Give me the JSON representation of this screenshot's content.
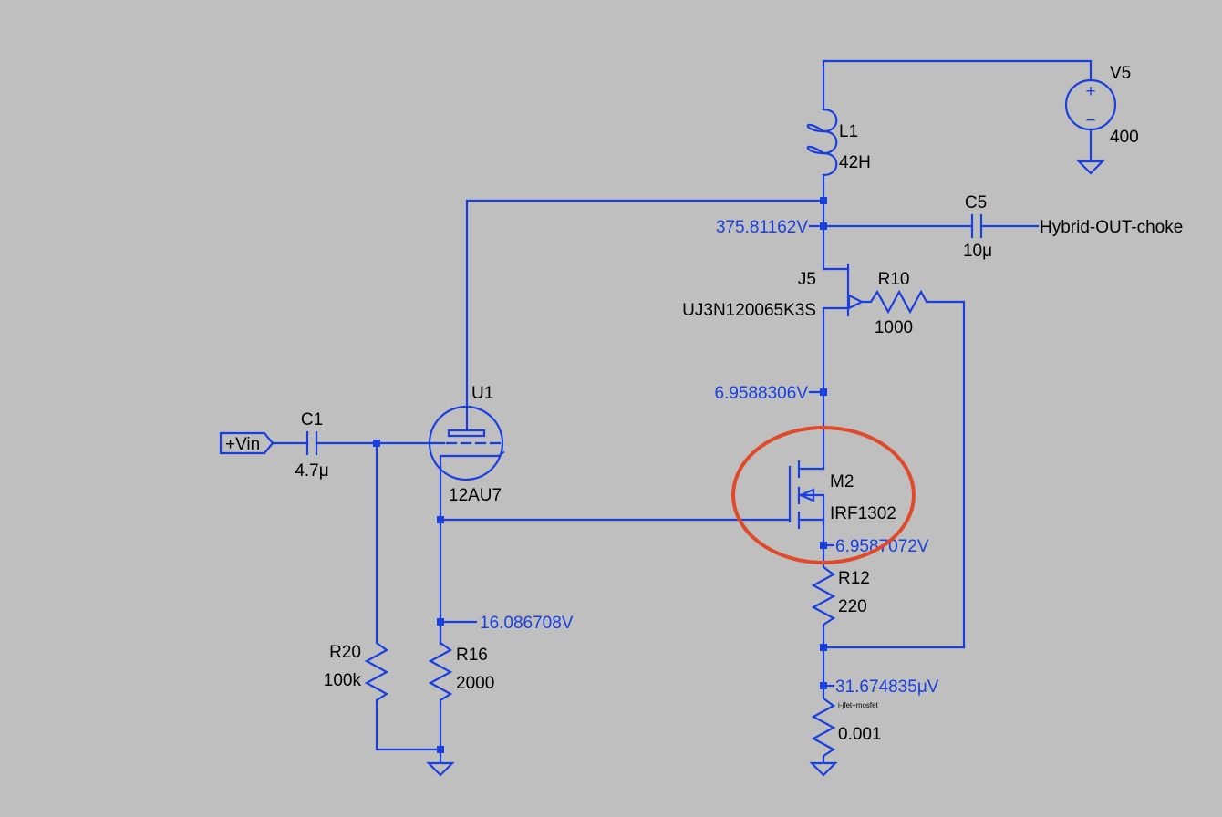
{
  "components": {
    "V5": {
      "ref": "V5",
      "value": "400",
      "plus": "+",
      "minus": "−"
    },
    "L1": {
      "ref": "L1",
      "value": "42H"
    },
    "C5": {
      "ref": "C5",
      "value": "10μ"
    },
    "J5": {
      "ref": "J5",
      "value": "UJ3N120065K3S"
    },
    "R10": {
      "ref": "R10",
      "value": "1000"
    },
    "U1": {
      "ref": "U1",
      "value": "12AU7"
    },
    "C1": {
      "ref": "C1",
      "value": "4.7μ"
    },
    "M2": {
      "ref": "M2",
      "value": "IRF1302"
    },
    "R12": {
      "ref": "R12",
      "value": "220"
    },
    "R16": {
      "ref": "R16",
      "value": "2000"
    },
    "R20": {
      "ref": "R20",
      "value": "100k"
    },
    "Rsense": {
      "ref": "i-jfet+mosfet",
      "value": "0.001"
    }
  },
  "ports": {
    "input": "+Vin",
    "output": "Hybrid-OUT-choke"
  },
  "node_voltages": {
    "plate": "375.81162V",
    "jfet_source": "6.9588306V",
    "mosfet_source": "6.9587072V",
    "cathode": "16.086708V",
    "sense": "31.674835μV"
  },
  "highlight_color": "#e04a2a",
  "wire_color": "#1a3fe0"
}
